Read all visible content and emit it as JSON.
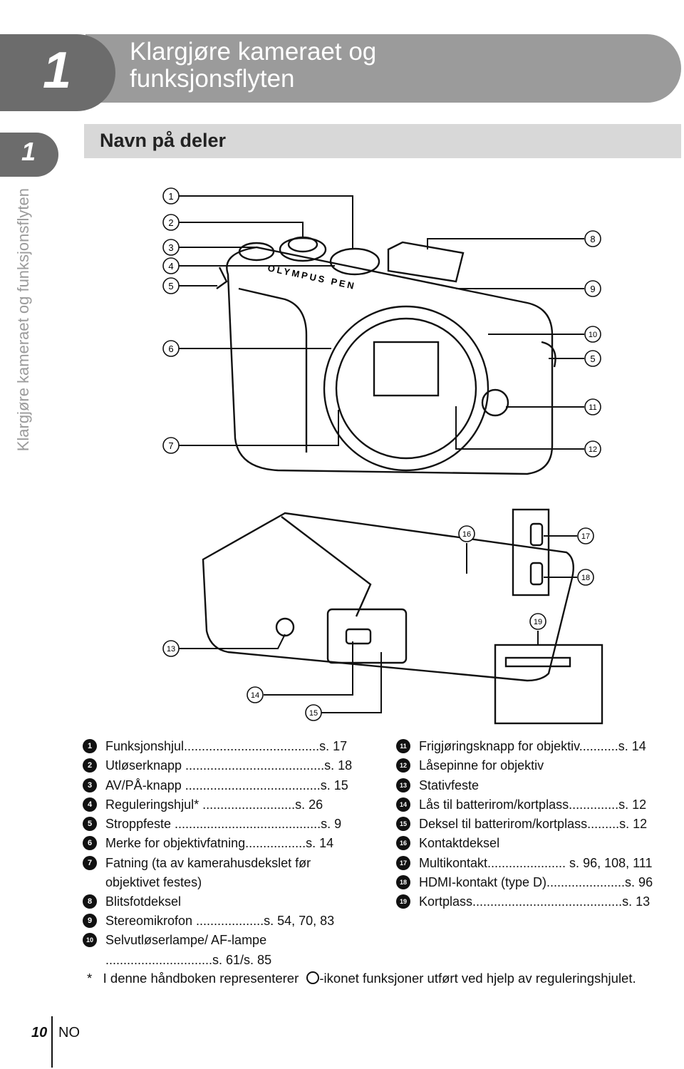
{
  "chapter": {
    "number": "1",
    "title": "Klargjøre kameraet og funksjonsflyten"
  },
  "side_tab": {
    "number": "1",
    "label": "Klargjøre kameraet og funksjonsflyten"
  },
  "section_title": "Navn på deler",
  "camera_brand": "OLYMPUS PEN",
  "callouts": [
    "1",
    "2",
    "3",
    "4",
    "5",
    "6",
    "7",
    "8",
    "9",
    "10",
    "5",
    "11",
    "12",
    "16",
    "17",
    "18",
    "19",
    "13",
    "14",
    "15"
  ],
  "parts_left": [
    {
      "n": "1",
      "label": "Funksjonshjul......................................s. 17"
    },
    {
      "n": "2",
      "label": "Utløserknapp .......................................s. 18"
    },
    {
      "n": "3",
      "label": "AV/PÅ-knapp ......................................s. 15"
    },
    {
      "n": "4",
      "label": "Reguleringshjul* ..........................s. 26"
    },
    {
      "n": "5",
      "label": "Stroppfeste .........................................s. 9"
    },
    {
      "n": "6",
      "label": "Merke for objektivfatning.................s. 14"
    },
    {
      "n": "7",
      "label": "Fatning (ta av kamerahusdekslet før objektivet festes)"
    },
    {
      "n": "8",
      "label": "Blitsfotdeksel"
    },
    {
      "n": "9",
      "label": "Stereomikrofon ...................s. 54, 70, 83"
    },
    {
      "n": "10",
      "label": "Selvutløserlampe/ AF-lampe ..............................s. 61/s. 85"
    }
  ],
  "parts_right": [
    {
      "n": "11",
      "label": "Frigjøringsknapp for objektiv...........s. 14"
    },
    {
      "n": "12",
      "label": "Låsepinne for objektiv"
    },
    {
      "n": "13",
      "label": "Stativfeste"
    },
    {
      "n": "14",
      "label": "Lås til batterirom/kortplass..............s. 12"
    },
    {
      "n": "15",
      "label": "Deksel til batterirom/kortplass.........s. 12"
    },
    {
      "n": "16",
      "label": "Kontaktdeksel"
    },
    {
      "n": "17",
      "label": "Multikontakt...................... s. 96, 108, 111"
    },
    {
      "n": "18",
      "label": "HDMI-kontakt (type D)......................s. 96"
    },
    {
      "n": "19",
      "label": "Kortplass..........................................s. 13"
    }
  ],
  "footnote": "* I denne håndboken representerer -ikonet funksjoner utført ved hjelp av reguleringshjulet.",
  "footnote_parts": {
    "star": "*",
    "before": "I denne håndboken representerer",
    "after": "-ikonet funksjoner utført ved hjelp av reguleringshjulet."
  },
  "page": {
    "number": "10",
    "lang": "NO"
  }
}
